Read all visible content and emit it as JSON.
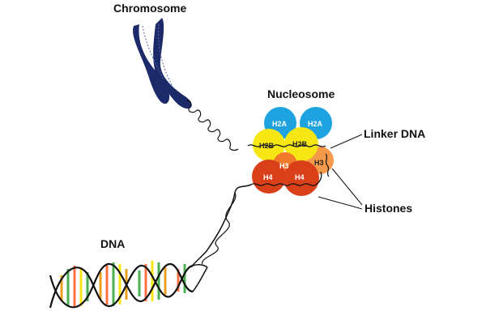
{
  "labels": {
    "chromosome": "Chromosome",
    "nucleosome": "Nucleosome",
    "linker_dna": "Linker DNA",
    "histones": "Histones",
    "dna": "DNA"
  },
  "histone_labels": {
    "h2a_left": "H2A",
    "h2a_right": "H2A",
    "h2b_left": "H2B",
    "h2b_right": "H2B",
    "h3_left": "H3",
    "h3_right": "H3",
    "h4_left": "H4",
    "h4_right": "H4"
  },
  "colors": {
    "h2a": "#1fa3e0",
    "h2b": "#f5e614",
    "h3": "#f07a2a",
    "h4": "#d9401a",
    "chromosome": "#1c2a6a",
    "dna_strand": "#111111"
  }
}
